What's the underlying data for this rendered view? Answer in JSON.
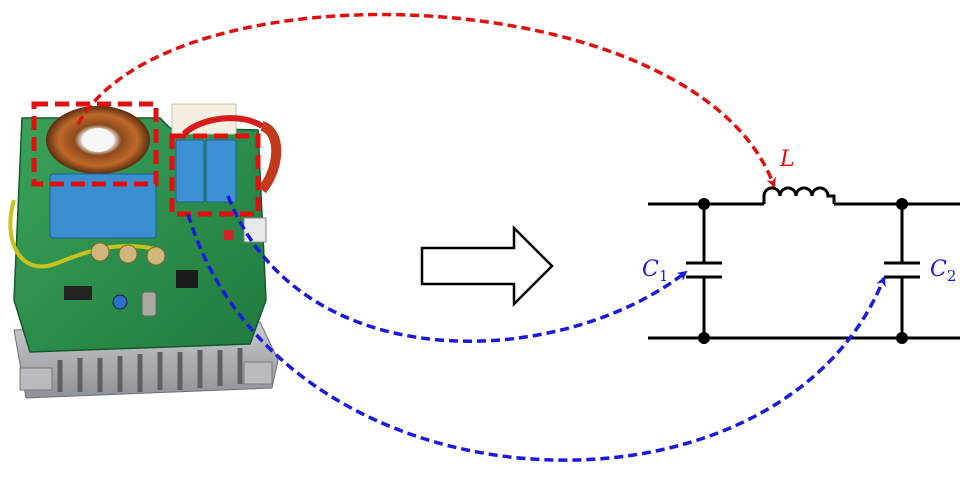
{
  "labels": {
    "inductor": "L",
    "cap1_main": "C",
    "cap1_sub": "1",
    "cap2_main": "C",
    "cap2_sub": "2"
  },
  "colors": {
    "inductor_link": "#e01010",
    "capacitor_link": "#1a1adc",
    "circuit": "#000000",
    "highlight_box": "#e01010"
  },
  "icons": {
    "transform_arrow": "hollow-right-arrow",
    "photo": "filter-circuit-board-photo"
  }
}
